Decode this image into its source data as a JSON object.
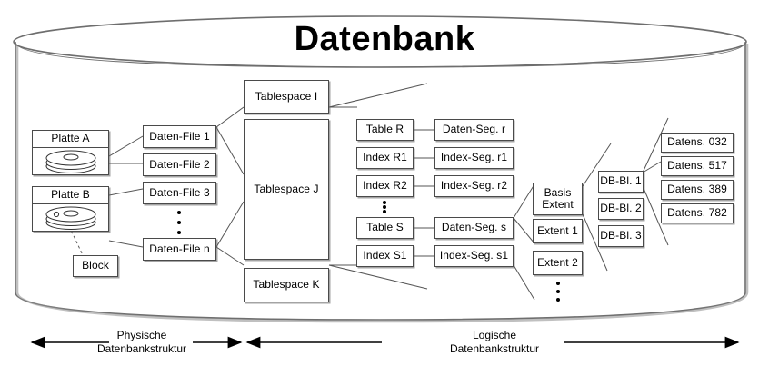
{
  "diagram": {
    "title": "Datenbank",
    "colors": {
      "outline": "#4a4a4a",
      "shadow": "#5a5a5a",
      "text": "#000000",
      "background": "#ffffff",
      "connector": "#333333"
    }
  },
  "physical": {
    "disks": [
      {
        "label": "Platte A",
        "icon": "disk-platter-icon"
      },
      {
        "label": "Platte B",
        "icon": "disk-platter-icon"
      }
    ],
    "block": "Block",
    "data_files": [
      "Daten-File 1",
      "Daten-File 2",
      "Daten-File 3",
      "Daten-File n"
    ],
    "data_files_ellipsis": "vertical-ellipsis"
  },
  "tablespaces": [
    "Tablespace I",
    "Tablespace J",
    "Tablespace K"
  ],
  "objects": [
    "Table R",
    "Index R1",
    "Index R2",
    "Table S",
    "Index S1"
  ],
  "objects_ellipsis": "vertical-ellipsis",
  "segments": [
    "Daten-Seg. r",
    "Index-Seg. r1",
    "Index-Seg. r2",
    "Daten-Seg. s",
    "Index-Seg. s1"
  ],
  "extents": [
    "Basis\nExtent",
    "Extent 1",
    "Extent 2"
  ],
  "extents_ellipsis": "vertical-ellipsis",
  "db_blocks": [
    "DB-Bl. 1",
    "DB-Bl. 2",
    "DB-Bl. 3"
  ],
  "records": [
    "Datens. 032",
    "Datens. 517",
    "Datens. 389",
    "Datens. 782"
  ],
  "axes": [
    {
      "label": "Physische\nDatenbankstruktur"
    },
    {
      "label": "Logische\nDatenbankstruktur"
    }
  ]
}
